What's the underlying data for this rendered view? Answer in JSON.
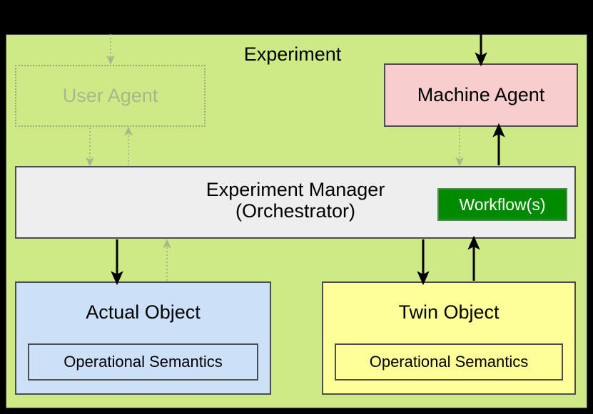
{
  "diagram": {
    "title": "Experiment",
    "background_color": "#000000",
    "panel_color": "#cdea86",
    "nodes": {
      "user_agent": {
        "label": "User Agent",
        "fill": "#cdea86",
        "text_color": "#a8b88a",
        "border_style": "dotted",
        "state": "faded"
      },
      "machine_agent": {
        "label": "Machine Agent",
        "fill": "#f8cdcd",
        "text_color": "#000000",
        "border_style": "solid",
        "state": "active"
      },
      "experiment_manager": {
        "label": "Experiment Manager\n(Orchestrator)",
        "fill": "#eeeeee",
        "text_color": "#000000",
        "border_style": "solid",
        "state": "active"
      },
      "workflows": {
        "label": "Workflow(s)",
        "fill": "#008a00",
        "text_color": "#ffffff",
        "border_style": "solid",
        "state": "active"
      },
      "actual_object": {
        "label": "Actual Object",
        "fill": "#cce0f8",
        "text_color": "#000000",
        "border_style": "solid",
        "state": "active",
        "inner_label": "Operational Semantics"
      },
      "twin_object": {
        "label": "Twin Object",
        "fill": "#ffff99",
        "text_color": "#000000",
        "border_style": "solid",
        "state": "active",
        "inner_label": "Operational Semantics"
      }
    },
    "edges": [
      {
        "id": "external-to-user-agent",
        "from": "external",
        "to": "user_agent",
        "style": "dotted",
        "state": "faded",
        "color": "#a8b88a",
        "direction": "down"
      },
      {
        "id": "external-to-machine-agent",
        "from": "external",
        "to": "machine_agent",
        "style": "solid",
        "state": "active",
        "color": "#000000",
        "direction": "down"
      },
      {
        "id": "user-agent-to-manager",
        "from": "user_agent",
        "to": "experiment_manager",
        "style": "dotted",
        "state": "faded",
        "color": "#a8b88a",
        "direction": "down"
      },
      {
        "id": "manager-to-user-agent",
        "from": "experiment_manager",
        "to": "user_agent",
        "style": "dotted",
        "state": "faded",
        "color": "#a8b88a",
        "direction": "up"
      },
      {
        "id": "machine-agent-to-manager",
        "from": "machine_agent",
        "to": "experiment_manager",
        "style": "dotted",
        "state": "faded",
        "color": "#a8b88a",
        "direction": "down"
      },
      {
        "id": "manager-to-machine-agent",
        "from": "experiment_manager",
        "to": "machine_agent",
        "style": "solid",
        "state": "active",
        "color": "#000000",
        "direction": "up"
      },
      {
        "id": "manager-to-actual-object",
        "from": "experiment_manager",
        "to": "actual_object",
        "style": "solid",
        "state": "active",
        "color": "#000000",
        "direction": "down"
      },
      {
        "id": "actual-object-to-manager",
        "from": "actual_object",
        "to": "experiment_manager",
        "style": "dotted",
        "state": "faded",
        "color": "#a8b88a",
        "direction": "up"
      },
      {
        "id": "manager-to-twin-object",
        "from": "experiment_manager",
        "to": "twin_object",
        "style": "solid",
        "state": "active",
        "color": "#000000",
        "direction": "down"
      },
      {
        "id": "twin-object-to-manager",
        "from": "twin_object",
        "to": "experiment_manager",
        "style": "solid",
        "state": "active",
        "color": "#000000",
        "direction": "up"
      }
    ]
  }
}
